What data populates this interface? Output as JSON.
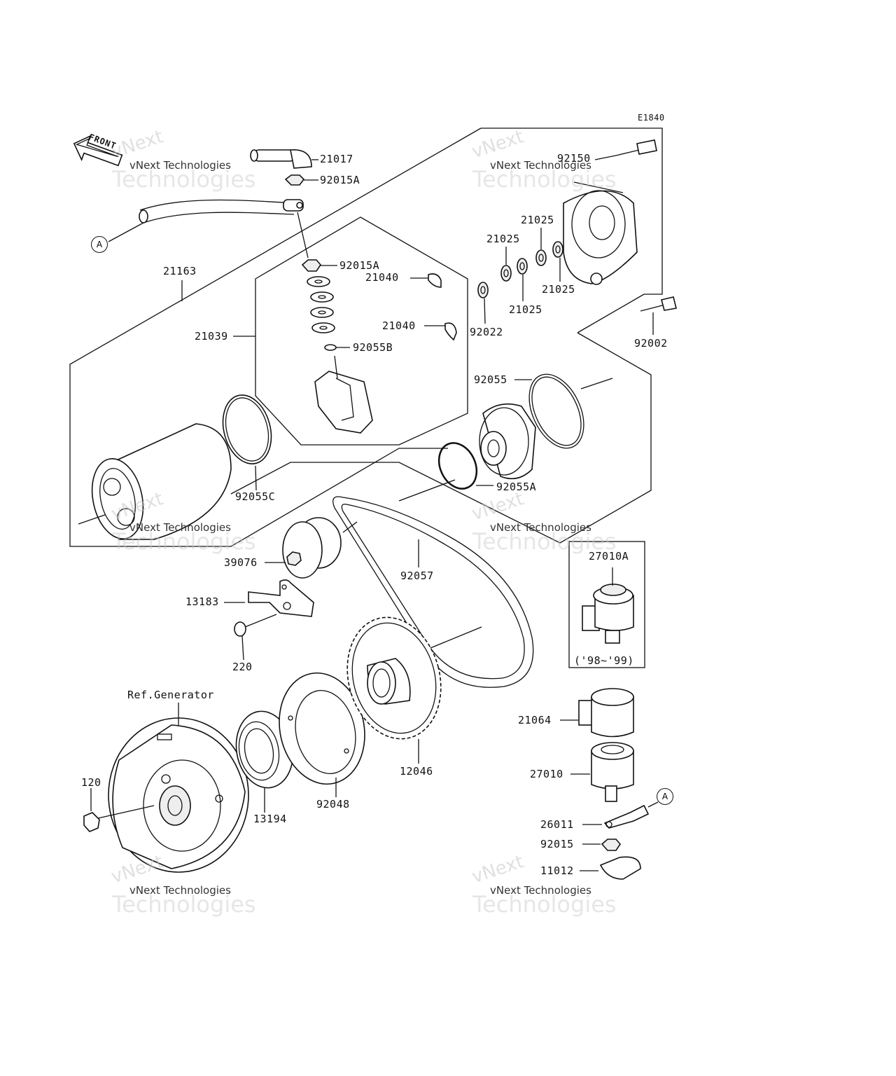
{
  "diagram_code": "E1840",
  "front_label": "FRONT",
  "connector_marker": "A",
  "reference_note": "Ref.Generator",
  "year_note": "('98~'99)",
  "watermark": {
    "line1": "vNext",
    "line2": "vNext Technologies",
    "line3": "Technologies"
  },
  "parts": {
    "p21017": "21017",
    "p92015A_top": "92015A",
    "p92015A_mid": "92015A",
    "p21163": "21163",
    "p21039": "21039",
    "p21040_a": "21040",
    "p21040_b": "21040",
    "p92055B": "92055B",
    "p92055C": "92055C",
    "p92150": "92150",
    "p21025_a": "21025",
    "p21025_b": "21025",
    "p21025_c": "21025",
    "p21025_d": "21025",
    "p92022": "92022",
    "p92002": "92002",
    "p92055": "92055",
    "p92055A": "92055A",
    "p39076": "39076",
    "p92057": "92057",
    "p27010A": "27010A",
    "p13183": "13183",
    "p220": "220",
    "p21064": "21064",
    "p27010": "27010",
    "p120": "120",
    "p13194": "13194",
    "p92048": "92048",
    "p12046": "12046",
    "p26011": "26011",
    "p92015": "92015",
    "p11012": "11012"
  }
}
